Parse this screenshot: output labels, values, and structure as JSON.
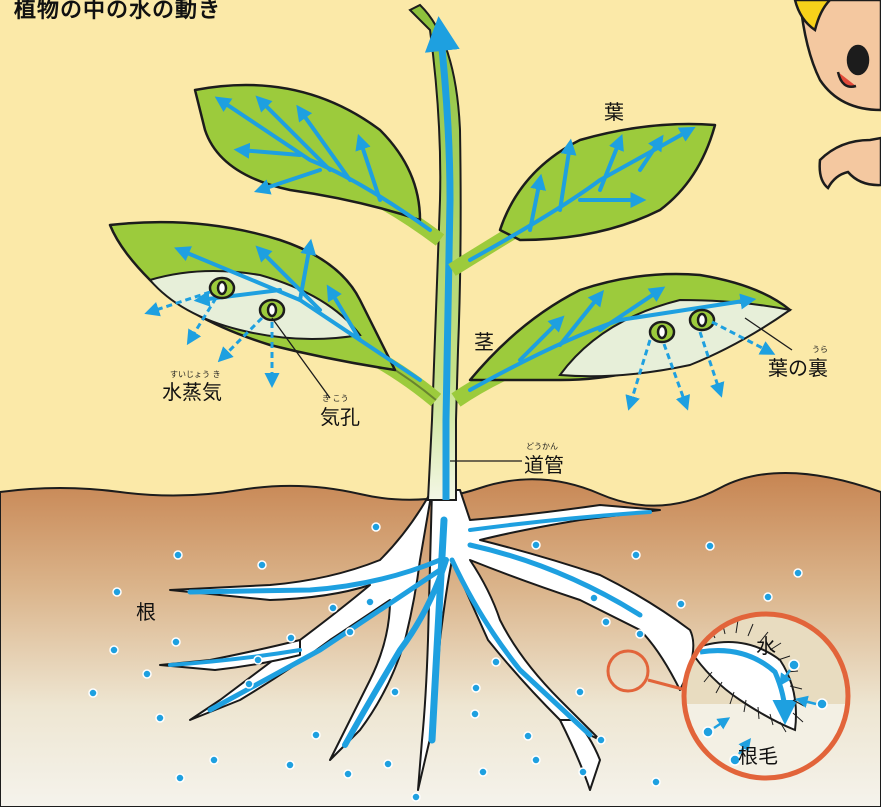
{
  "title": "植物の中の水の動き",
  "labels": {
    "leaf": "葉",
    "stem": "茎",
    "leaf_underside": "葉の裏",
    "leaf_underside_ruby": "うら",
    "water_vapor": "水蒸気",
    "water_vapor_ruby": "すいじょう き",
    "stoma": "気孔",
    "stoma_ruby": "き こう",
    "vessel": "道管",
    "vessel_ruby": "どうかん",
    "root": "根",
    "water": "水",
    "root_hair": "根毛"
  },
  "colors": {
    "sky": "#fbe9a8",
    "soil_top": "#c98a55",
    "soil_bottom": "#f3f0e4",
    "leaf": "#9ccb3c",
    "leaf_dark": "#1c3a0f",
    "water": "#1ea0e0",
    "highlight": "#e2643a"
  }
}
